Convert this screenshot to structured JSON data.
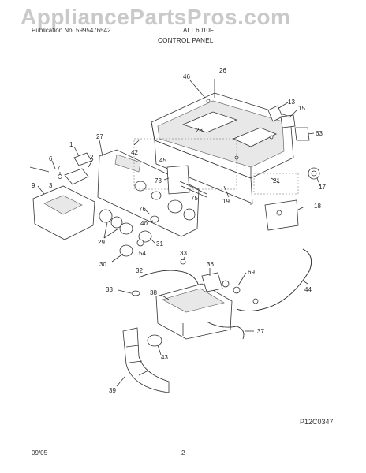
{
  "watermark": "AppliancePartsPros.com",
  "header": {
    "left": "Publication No. 5995476542",
    "right": "ALT 6010F"
  },
  "title": "CONTROL PANEL",
  "callouts": [
    "46",
    "26",
    "13",
    "15",
    "26",
    "63",
    "27",
    "1",
    "6",
    "42",
    "2",
    "45",
    "7",
    "3",
    "73",
    "21",
    "17",
    "9",
    "75",
    "19",
    "18",
    "76",
    "40",
    "29",
    "31",
    "54",
    "30",
    "33",
    "36",
    "69",
    "32",
    "33",
    "38",
    "44",
    "37",
    "43",
    "39"
  ],
  "drawing_code": "P12C0347",
  "footer": {
    "date": "09/05",
    "page": "2"
  }
}
